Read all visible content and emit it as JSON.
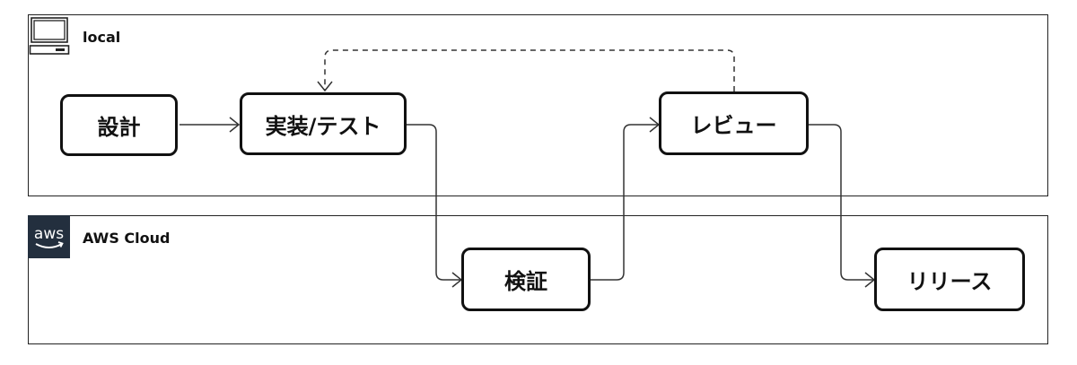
{
  "groups": {
    "local": {
      "label": "local",
      "icon": "laptop-icon"
    },
    "aws": {
      "label": "AWS Cloud",
      "icon": "aws-logo-icon",
      "icon_text": "aws",
      "icon_bg": "#232F3E"
    }
  },
  "nodes": {
    "design": {
      "label": "設計"
    },
    "implement": {
      "label": "実装/テスト"
    },
    "review": {
      "label": "レビュー"
    },
    "verify": {
      "label": "検証"
    },
    "release": {
      "label": "リリース"
    }
  },
  "edges": [
    {
      "from": "設計",
      "to": "実装/テスト",
      "style": "solid"
    },
    {
      "from": "実装/テスト",
      "to": "検証",
      "style": "solid"
    },
    {
      "from": "検証",
      "to": "レビュー",
      "style": "solid"
    },
    {
      "from": "レビュー",
      "to": "リリース",
      "style": "solid"
    },
    {
      "from": "レビュー",
      "to": "実装/テスト",
      "style": "dashed"
    }
  ],
  "colors": {
    "stroke": "#111111",
    "edge": "#333333",
    "background": "#ffffff"
  }
}
